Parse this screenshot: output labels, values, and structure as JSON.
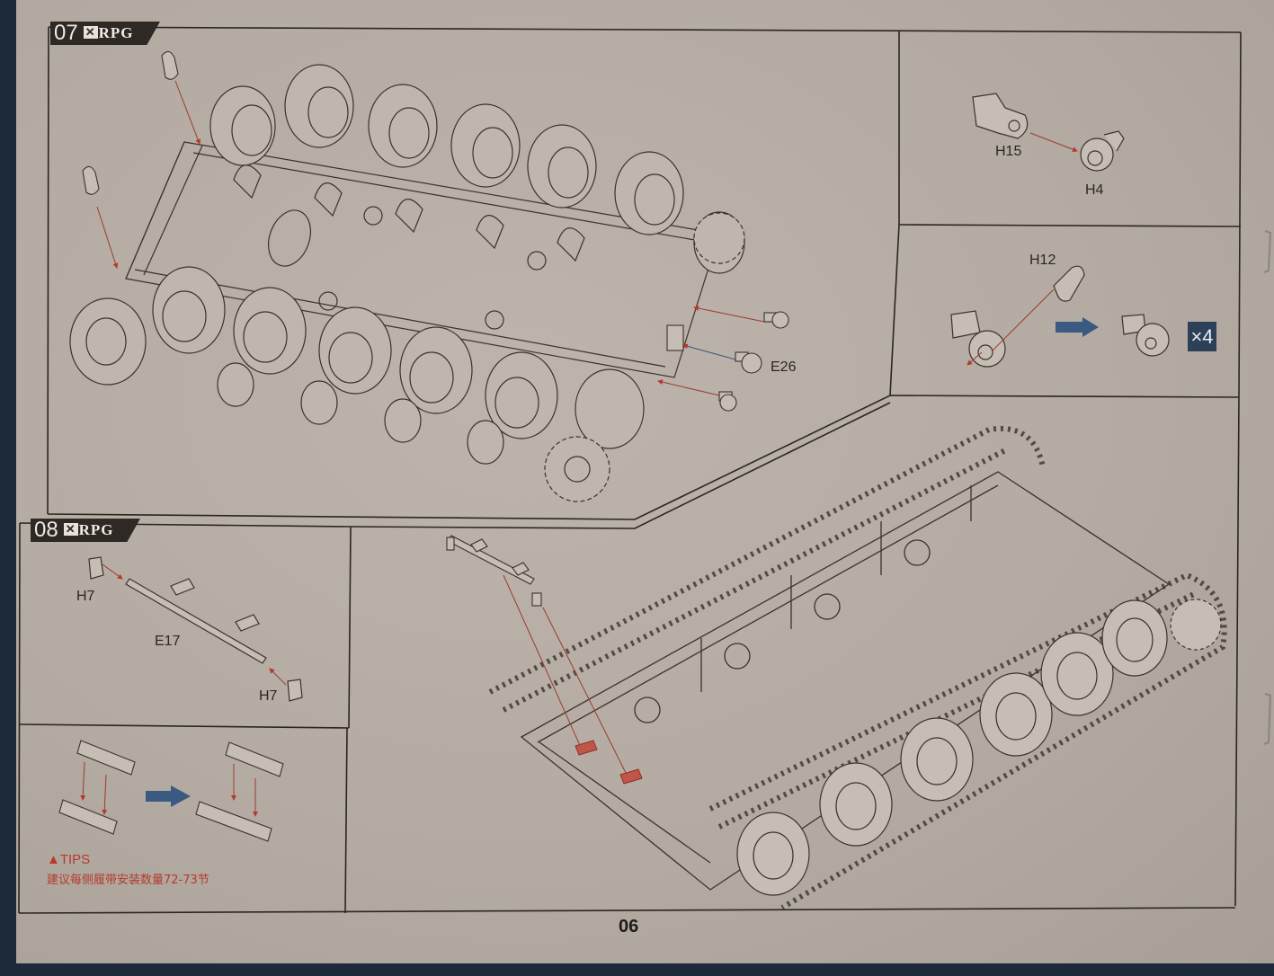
{
  "page": {
    "page_number": "06",
    "background_color": "#b7aea5",
    "line_color": "#2b2622",
    "accent_red": "#b53a2c",
    "arrow_blue": "#3a5a82"
  },
  "steps": [
    {
      "number": "07",
      "brand": "RPG",
      "brand_prefix": "✕",
      "main_diagram": "Hull bottom with road wheels, sprockets and suspension arms",
      "callouts": [
        {
          "label": "E26"
        }
      ],
      "sub_panels": [
        {
          "id": "step07-sub-a",
          "parts": [
            {
              "label": "H15"
            },
            {
              "label": "H4"
            }
          ]
        },
        {
          "id": "step07-sub-b",
          "parts": [
            {
              "label": "H12"
            }
          ],
          "quantity": "×4"
        }
      ]
    },
    {
      "number": "08",
      "brand": "RPG",
      "brand_prefix": "✕",
      "sub_panels": [
        {
          "id": "step08-sub-a",
          "parts": [
            {
              "label": "H7"
            },
            {
              "label": "E17"
            },
            {
              "label": "H7"
            }
          ]
        },
        {
          "id": "step08-sub-b",
          "description": "Track link assembly"
        }
      ],
      "main_diagram": "Hull with tracks fitted and tow bar assembly",
      "tips": {
        "title": "▲TIPS",
        "text": "建议每侧履带安装数量72-73节"
      }
    }
  ]
}
